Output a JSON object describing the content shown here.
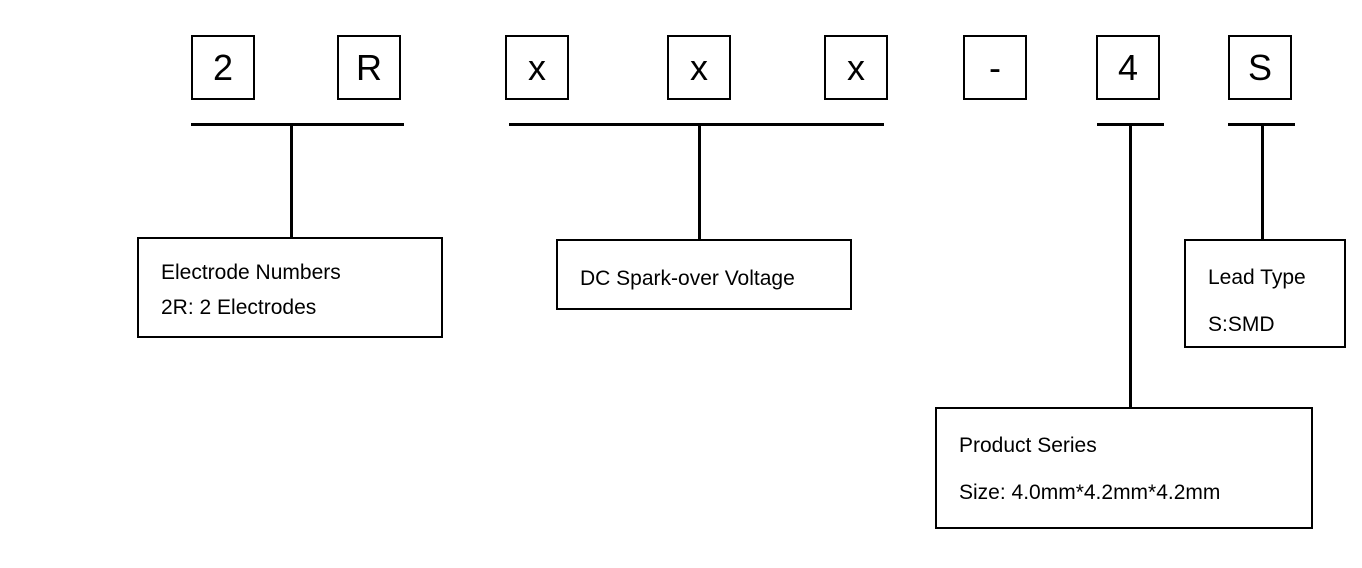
{
  "code_chars": [
    "2",
    "R",
    "x",
    "x",
    "x",
    "-",
    "4",
    "S"
  ],
  "groups": {
    "electrode": {
      "title": "Electrode Numbers",
      "detail": "2R: 2 Electrodes"
    },
    "voltage": {
      "title": "DC Spark-over Voltage"
    },
    "series": {
      "title": "Product Series",
      "detail": "Size: 4.0mm*4.2mm*4.2mm"
    },
    "lead": {
      "title": "Lead Type",
      "detail": "S:SMD"
    }
  }
}
